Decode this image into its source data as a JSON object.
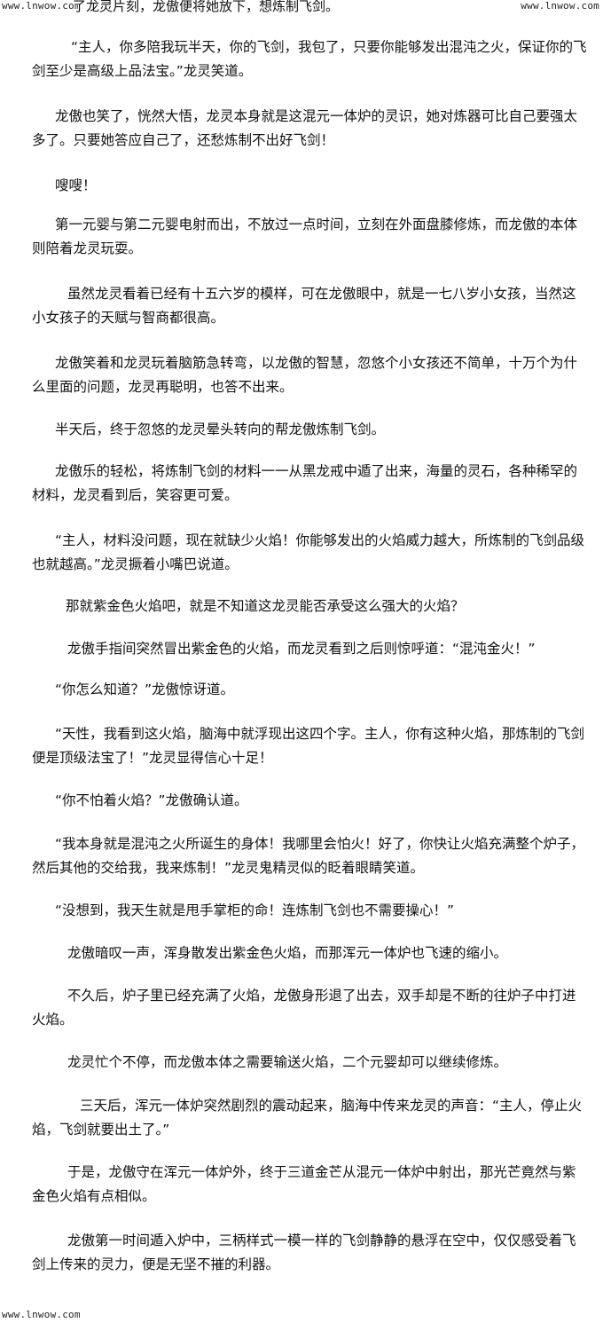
{
  "watermarks": {
    "top_left": "www.lnwow.com",
    "top_right": "www.lnwow.com",
    "bottom_left": "www.lnwow.com"
  },
  "top_fragment": "了龙灵片刻，龙傲便将她放下，想炼制飞剑。",
  "paragraphs": [
    "“主人，你多陪我玩半天，你的飞剑，我包了，只要你能够发出混沌之火，保证你的飞剑至少是高级上品法宝。”龙灵笑道。",
    "龙傲也笑了，恍然大悟，龙灵本身就是这混元一体炉的灵识，她对炼器可比自己要强太多了。只要她答应自己了，还愁炼制不出好飞剑！",
    "嗖嗖！",
    "第一元婴与第二元婴电射而出，不放过一点时间，立刻在外面盘膝修炼，而龙傲的本体则陪着龙灵玩耍。",
    "虽然龙灵看着已经有十五六岁的模样，可在龙傲眼中，就是一七八岁小女孩，当然这小女孩子的天赋与智商都很高。",
    "龙傲笑着和龙灵玩着脑筋急转弯，以龙傲的智慧，忽悠个小女孩还不简单，十万个为什么里面的问题，龙灵再聪明，也答不出来。",
    "半天后，终于忽悠的龙灵晕头转向的帮龙傲炼制飞剑。",
    "龙傲乐的轻松，将炼制飞剑的材料一一从黑龙戒中遁了出来，海量的灵石，各种稀罕的材料，龙灵看到后，笑容更可爱。",
    "“主人，材料没问题，现在就缺少火焰！你能够发出的火焰威力越大，所炼制的飞剑品级也就越高。”龙灵撅着小嘴巴说道。",
    "那就紫金色火焰吧，就是不知道这龙灵能否承受这么强大的火焰？",
    "龙傲手指间突然冒出紫金色的火焰，而龙灵看到之后则惊呼道：“混沌金火！”",
    "“你怎么知道？”龙傲惊讶道。",
    "“天性，我看到这火焰，脑海中就浮现出这四个字。主人，你有这种火焰，那炼制的飞剑便是顶级法宝了！”龙灵显得信心十足！",
    "“你不怕着火焰？”龙傲确认道。",
    "“我本身就是混沌之火所诞生的身体！我哪里会怕火！好了，你快让火焰充满整个炉子，然后其他的交给我，我来炼制！”龙灵鬼精灵似的眨着眼睛笑道。",
    "“没想到，我天生就是甩手掌柜的命！连炼制飞剑也不需要操心！”",
    "龙傲暗叹一声，浑身散发出紫金色火焰，而那浑元一体炉也飞速的缩小。",
    "不久后，炉子里已经充满了火焰，龙傲身形退了出去，双手却是不断的往炉子中打进火焰。",
    "龙灵忙个不停，而龙傲本体之需要输送火焰，二个元婴却可以继续修炼。",
    "三天后，浑元一体炉突然剧烈的震动起来，脑海中传来龙灵的声音：“主人，停止火焰，飞剑就要出土了。”",
    "于是，龙傲守在浑元一体炉外，终于三道金芒从混元一体炉中射出，那光芒竟然与紫金色火焰有点相似。",
    "龙傲第一时间遁入炉中，三柄样式一模一样的飞剑静静的悬浮在空中，仅仅感受着飞剑上传来的灵力，便是无坚不摧的利器。"
  ]
}
